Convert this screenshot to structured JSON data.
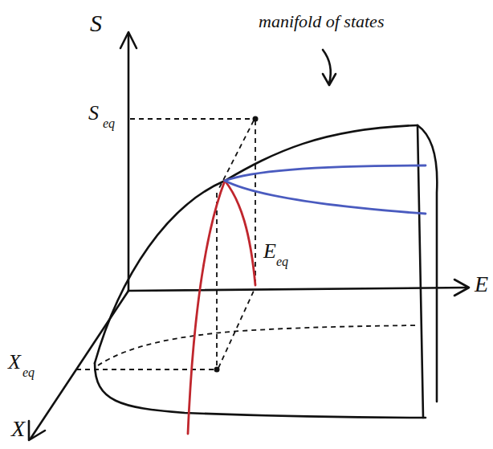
{
  "diagram": {
    "labels": [
      "S",
      "manifold of states",
      "S",
      "eq",
      "E",
      "eq",
      "E",
      "X",
      "eq",
      "X"
    ]
  }
}
